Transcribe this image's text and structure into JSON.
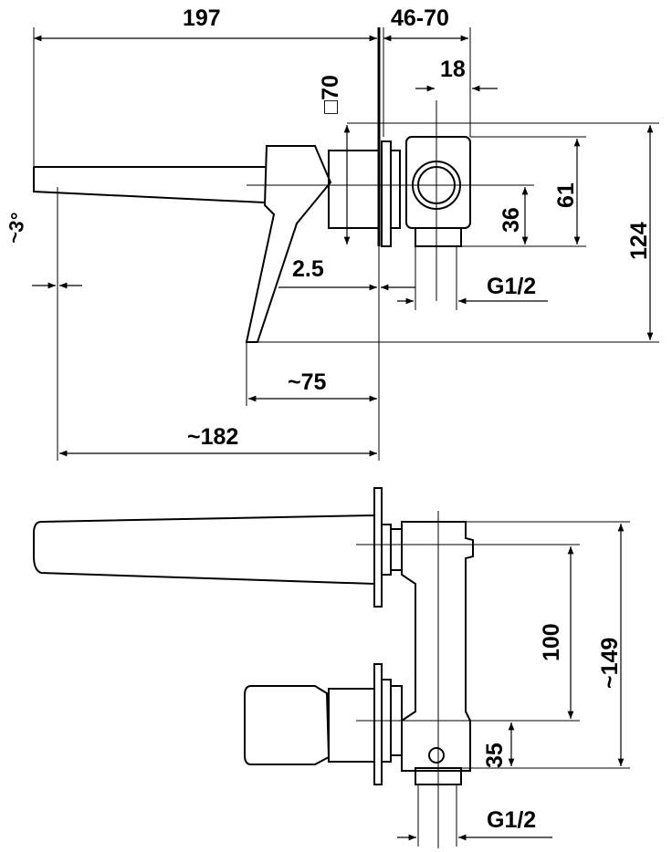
{
  "top_view": {
    "width_total": "197",
    "depth_range": "46-70",
    "offset_18": "18",
    "plate_size": "□70",
    "height_61": "61",
    "height_36": "36",
    "height_124": "124",
    "angle": "~3°",
    "plate_thickness": "2.5",
    "thread": "G1/2",
    "lever_reach": "~75",
    "spout_reach": "~182"
  },
  "bottom_view": {
    "spacing_100": "100",
    "height_149": "~149",
    "outlet_35": "35",
    "thread": "G1/2"
  }
}
